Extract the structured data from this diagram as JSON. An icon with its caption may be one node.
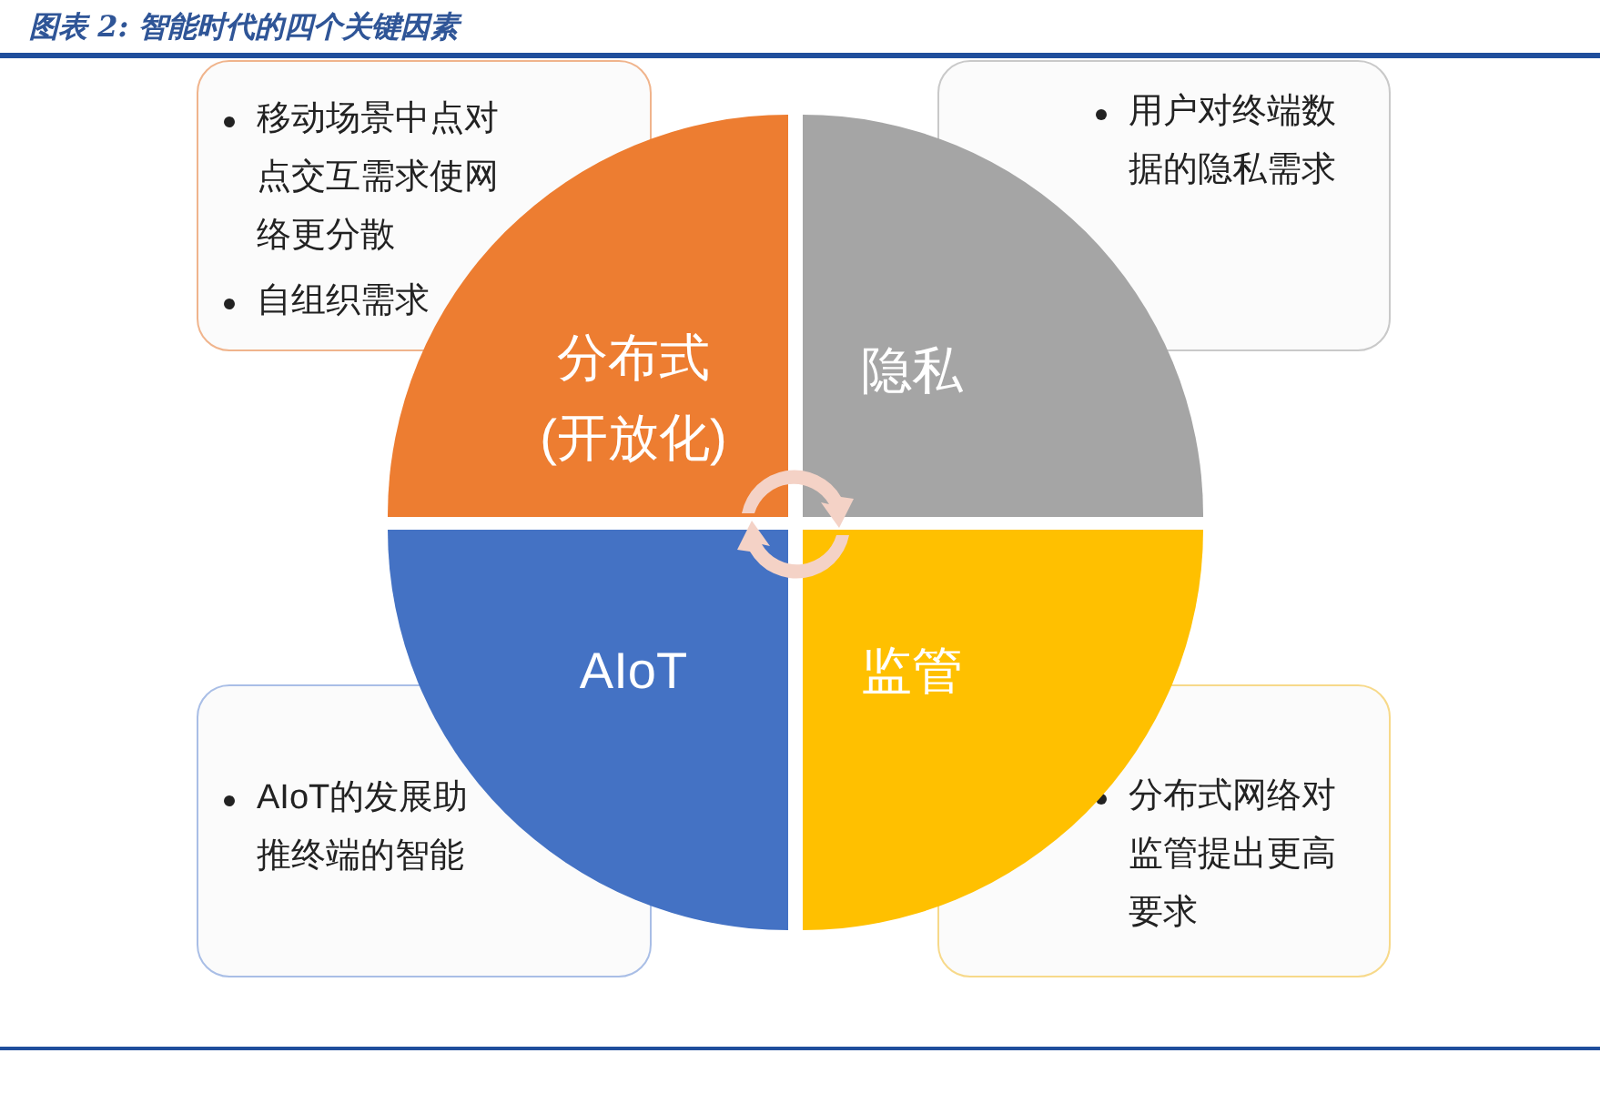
{
  "diagram": {
    "title": "图表 2: 智能时代的四个关键因素",
    "nodes": [
      {
        "text": [
          "移动场景中点对点交互需求使网络更分散",
          "自组织需求"
        ]
      },
      {
        "text": [
          "用户对终端数据的隐私需求"
        ]
      },
      {
        "text": [
          "分布式",
          "(开放化)"
        ]
      },
      {
        "text": [
          "隐私"
        ]
      },
      {
        "text": [
          "AIoT"
        ]
      },
      {
        "text": [
          "监管"
        ]
      },
      {
        "text": [
          "AIoT的发展助推终端的智能"
        ]
      },
      {
        "text": [
          "分布式网络对监管提出更高要求"
        ]
      }
    ]
  }
}
